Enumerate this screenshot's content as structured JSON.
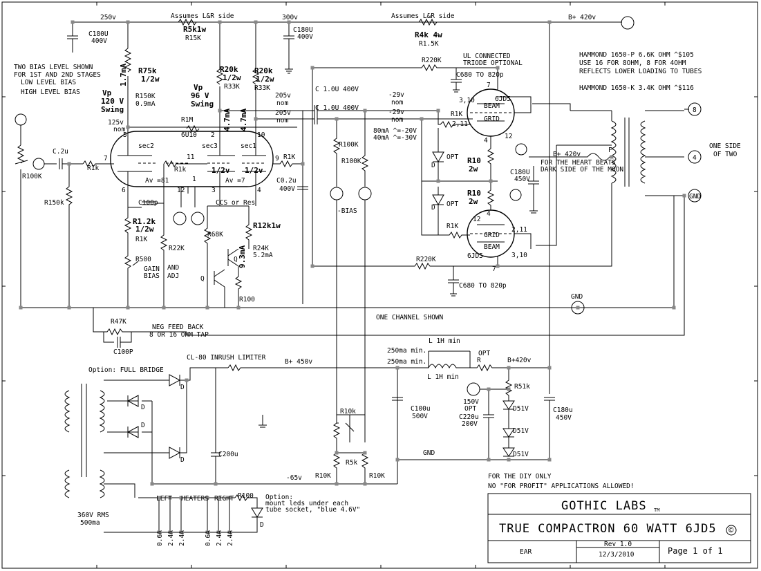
{
  "labels": {
    "v250": "250v",
    "assumes_lr_1": "Assumes L&R side",
    "v300": "300v",
    "assumes_lr_2": "Assumes L&R side",
    "bplus420_top": "B+ 420v",
    "c180_1a": "C180U",
    "c180_1b": "400V",
    "r5k1w": "R5k1w",
    "r15k": "R15K",
    "c180_2a": "C180U",
    "c180_2b": "400V",
    "r4k4w": "R4k 4w",
    "r15k_b": "R1.5K",
    "bias_note_1": "TWO BIAS LEVEL SHOWN",
    "bias_note_2": "FOR 1ST AND 2ND STAGES",
    "low_bias": "LOW LEVEL BIAS",
    "high_bias": "HIGH LEVEL BIAS",
    "r75k": "R75k",
    "r75k_w": "1/2w",
    "ma17": "1.7mA",
    "r150k": "R150K",
    "ma09": "0.9mA",
    "vp1": "Vp",
    "vp1_v": "120 V",
    "vp1_s": "Swing",
    "r20k": "R20k",
    "r20k_w": "1/2w",
    "r33k_1": "R33K",
    "r20k_b": "R20k",
    "r20k_bw": "1/2w",
    "r33k_2": "R33K",
    "vp2": "Vp",
    "vp2_v": "96 V",
    "vp2_s": "Swing",
    "ma47_1": "4.7mA",
    "ma47_2": "4.7mA",
    "v125": "125v",
    "nom1": "nom",
    "r1m": "R1M",
    "sec2": "sec2",
    "sec3": "sec3",
    "sec1": "sec1",
    "tube_6u10": "6U10",
    "pin5": "5",
    "pin2": "2",
    "pin10": "10",
    "pin7": "7",
    "pin11": "11",
    "pin9": "9",
    "pin6": "6",
    "pin12": "12",
    "pin1": "1",
    "pin3": "3",
    "pin4": "4",
    "av81": "Av =81",
    "av7": "Av =7",
    "half1": "1/2v",
    "half2": "1/2v",
    "r1k_a": "R1k",
    "r1k_b": "R1k",
    "r1k_c": "R1K",
    "c2u": "C.2u",
    "r100k_in": "R100K",
    "r150k_in": "R150k",
    "c02u": "C0.2u",
    "c02u_v": "400V",
    "c100p": "C100p",
    "r12k": "R1.2k",
    "r12k_w": "1/2w",
    "r1k_d": "R1K",
    "r22k": "R22K",
    "r500": "R500",
    "gain1": "GAIN",
    "gain2": "AND",
    "gain3": "BIAS",
    "gain4": "ADJ",
    "ccs": "CCS or Res",
    "r68k": "R68K",
    "r12k1w": "R12k1w",
    "r24k": "R24K",
    "ma52": "5.2mA",
    "ma93": "9.3mA",
    "q1": "Q",
    "q2": "Q",
    "r100_ccs": "R100",
    "c1u_1": "C 1.0U 400V",
    "c1u_2": "C 1.0U 400V",
    "v205_1": "205v",
    "nom_a": "nom",
    "v205_2": "205v",
    "nom_b": "nom",
    "m29_1": "-29v",
    "nom_c": "nom",
    "m29_2": "-29v",
    "nom_d": "nom",
    "r100k_a": "R100K",
    "r100k_b": "R100K",
    "bias_a": "80mA ^=-20V",
    "bias_b": "40mA ^=-30V",
    "neg_bias": "-BIAS",
    "r220k_1": "R220K",
    "ul1": "UL CONNECTED",
    "ul2": "TRIODE OPTIONAL",
    "c680_1": "C680 TO 820p",
    "pin_310": "3,10",
    "pin_7a": "7",
    "tube_6jd5_1": "6JD5",
    "r1k_g1": "R1K",
    "pin_211": "2,11",
    "beam1": "BEAM",
    "grid1": "GRID",
    "pin_12a": "12",
    "pin_4a": "4",
    "opt1": "OPT",
    "d1": "D",
    "r10_1": "R10",
    "r10_1w": "2w",
    "r10_2": "R10",
    "r10_2w": "2w",
    "opt2": "OPT",
    "d2": "D",
    "pin_4b": "4",
    "pin_12b": "12",
    "r1k_g2": "R1K",
    "pin_211b": "2,11",
    "beam2": "BEAM",
    "grid2": "GRID",
    "tube_6jd5_2": "6JD5",
    "pin_310b": "3,10",
    "pin_7b": "7",
    "r220k_2": "R220K",
    "c680_2": "C680 TO 820p",
    "hammond1": "HAMMOND 1650-P 6.6K OHM  ^$105",
    "hammond2": "USE 16 FOR 8OHM, 8 FOR 4OHM",
    "hammond3": "REFLECTS LOWER LOADING TO TUBES",
    "hammond4": "HAMMOND 1650-K 3.4K OHM  ^$116",
    "bplus420_mid": "B+ 420v",
    "fuse_f": "F",
    "heart1": "FOR THE HEART BEATS",
    "heart2": "DARK SIDE OF THE MOON",
    "c180_3a": "C180U",
    "c180_3b": "450V",
    "tap8": "8",
    "tap4": "4",
    "tapgnd": "GND",
    "one_side_1": "ONE SIDE",
    "one_side_2": "OF TWO",
    "gnd_mid": "GND",
    "one_channel": "ONE CHANNEL SHOWN",
    "r47k": "R47K",
    "nfb1": "NEG FEED BACK",
    "nfb2": "8  OR 16 OHM TAP",
    "c100p_b": "C100P",
    "option_fb": "Option: FULL BRIDGE",
    "cl80": "CL-80 INRUSH LIMITER",
    "bplus450": "B+ 450v",
    "d_a": "D",
    "d_b": "D",
    "d_c": "D",
    "d_d": "D",
    "c200u": "C200u",
    "c100u": "C100u",
    "c100u_v": "500V",
    "r10k_a": "R10k",
    "r5k": "R5k",
    "r10k_b": "R10K",
    "r10k_c": "R10K",
    "m65": "-65v",
    "ma250_1": "250ma min.",
    "ma250_2": "250ma min.",
    "l1h_1": "L 1H min",
    "l1h_2": "L 1H min",
    "opt_r": "OPT",
    "r_r": "R",
    "bplus420_psu": "B+420v",
    "r51k": "R51k",
    "d51_1": "D51V",
    "d51_2": "D51V",
    "d51_3": "D51V",
    "v150": "150V",
    "opt_150": "OPT",
    "c220u": "C220u",
    "c220u_v": "200V",
    "c180_4a": "C180u",
    "c180_4b": "450V",
    "gnd_psu": "GND",
    "rms1": "360V RMS",
    "rms2": "500ma",
    "left": "LEFT",
    "heaters": "HEATERS",
    "right": "RIGHT",
    "r100_led": "R100",
    "opt_led1": "Option:",
    "opt_led2": "mount leds under each",
    "opt_led3": "tube socket, \"blue 4.6V\"",
    "d_led": "D",
    "h1": "0.6A",
    "h2": "2.4A",
    "h3": "2.4A",
    "h4": "0.6A",
    "h5": "2.4A",
    "h6": "2.4A",
    "diy1": "FOR THE DIY ONLY",
    "diy2": "NO \"FOR PROFIT\"  APPLICATIONS ALLOWED!"
  },
  "title_block": {
    "company": "GOTHIC LABS",
    "tm": "TM",
    "title": "TRUE COMPACTRON 60 WATT 6JD5",
    "copyright": "©",
    "designer": "EAR",
    "rev": "Rev 1.0",
    "date": "12/3/2010",
    "page": "Page 1 of 1"
  }
}
